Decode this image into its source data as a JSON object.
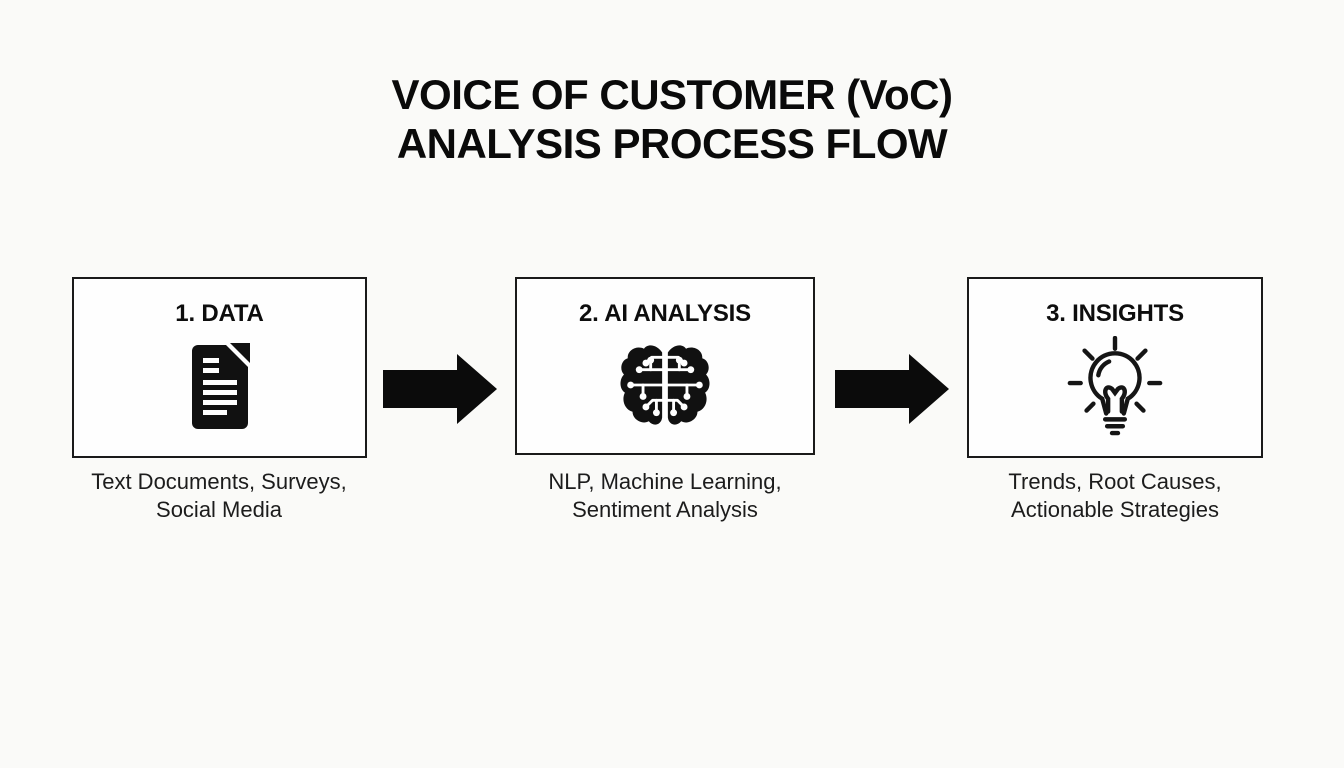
{
  "title": {
    "line1": "VOICE OF CUSTOMER (VoC)",
    "line2": "ANALYSIS PROCESS FLOW"
  },
  "stages": [
    {
      "heading": "1. DATA",
      "icon": "document-icon",
      "caption_line1": "Text Documents, Surveys,",
      "caption_line2": "Social Media"
    },
    {
      "heading": "2. AI ANALYSIS",
      "icon": "brain-circuit-icon",
      "caption_line1": "NLP, Machine Learning,",
      "caption_line2": "Sentiment Analysis"
    },
    {
      "heading": "3. INSIGHTS",
      "icon": "lightbulb-icon",
      "caption_line1": "Trends, Root Causes,",
      "caption_line2": "Actionable Strategies"
    }
  ],
  "connectors": {
    "type": "solid-block-arrow",
    "direction": "right",
    "count": 2
  },
  "colors": {
    "background": "#fafaf8",
    "box_fill": "#fefefe",
    "box_border": "#1a1a1a",
    "title_text": "#0a0a0a",
    "caption_text": "#1c1c1c",
    "icon_and_arrow": "#111111"
  }
}
